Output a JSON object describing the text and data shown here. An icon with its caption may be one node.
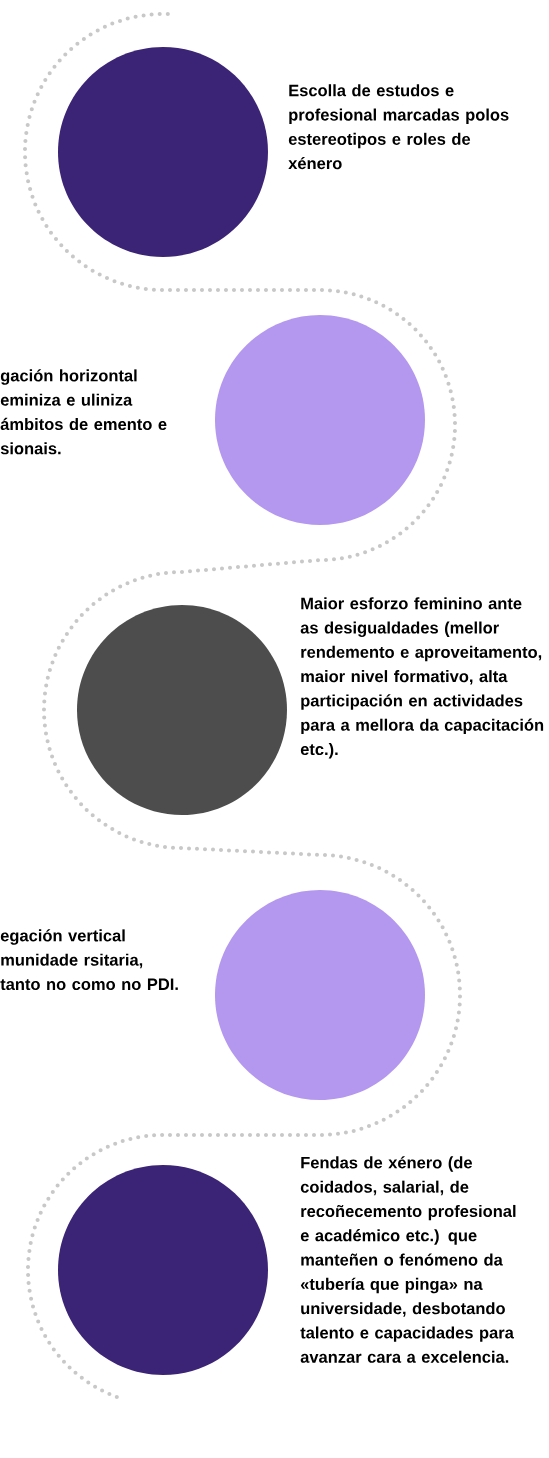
{
  "diagram": {
    "nodes": [
      {
        "text": [],
        "shape": "circle",
        "beside": [
          "Escolla de estudos  e profesional marcadas polos estereotipos e roles de xénero"
        ]
      },
      {
        "text": [],
        "shape": "circle",
        "beside": [
          "gación horizontal eminiza e uliniza ámbitos de emento e sionais."
        ]
      },
      {
        "text": [],
        "shape": "circle",
        "beside": [
          "Maior esforzo feminino ante as desigualdades (mellor rendemento e aproveitamento, maior nivel formativo, alta participación en actividades para a mellora da capacitación etc.)."
        ]
      },
      {
        "text": [],
        "shape": "circle",
        "beside": [
          "egación vertical munidade rsitaria, tanto no como no PDI."
        ]
      },
      {
        "text": [],
        "shape": "circle",
        "beside": [
          "Fendas de xénero (de coidados, salarial, de recoñecemento profesional e académico etc.) que manteñen o fenómeno da «tubería que pinga» na universidade, desbotando talento e capacidades para avanzar cara a excelencia."
        ]
      }
    ]
  }
}
